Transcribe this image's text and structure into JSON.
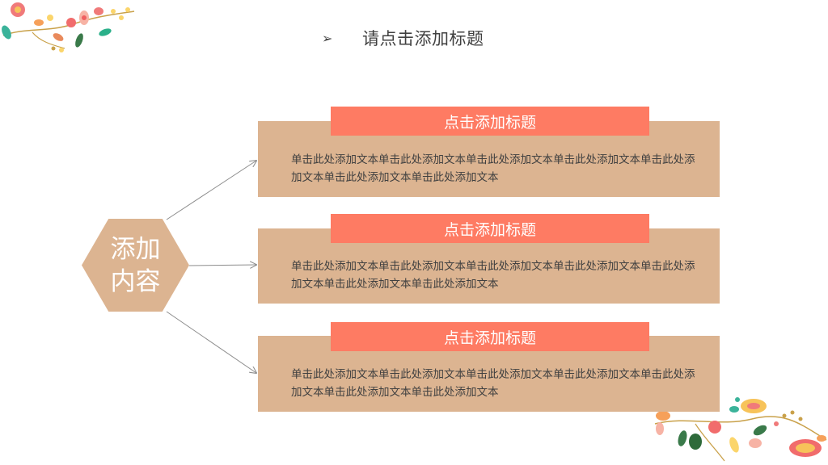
{
  "header": {
    "bullet": "➢",
    "title": "请点击添加标题"
  },
  "hub": {
    "label": "添加内容"
  },
  "cards": [
    {
      "title": "点击添加标题",
      "body": "单击此处添加文本单击此处添加文本单击此处添加文本单击此处添加文本单击此处添加文本单击此处添加文本单击此处添加文本"
    },
    {
      "title": "点击添加标题",
      "body": "单击此处添加文本单击此处添加文本单击此处添加文本单击此处添加文本单击此处添加文本单击此处添加文本单击此处添加文本"
    },
    {
      "title": "点击添加标题",
      "body": "单击此处添加文本单击此处添加文本单击此处添加文本单击此处添加文本单击此处添加文本单击此处添加文本单击此处添加文本"
    }
  ],
  "colors": {
    "card_fill": "#dcb491",
    "banner_fill": "#fe7b63",
    "text_dark": "#404040",
    "connector": "#8c8c8c"
  },
  "decorations": [
    "floral-vine-top-left",
    "floral-vine-bottom-right"
  ]
}
